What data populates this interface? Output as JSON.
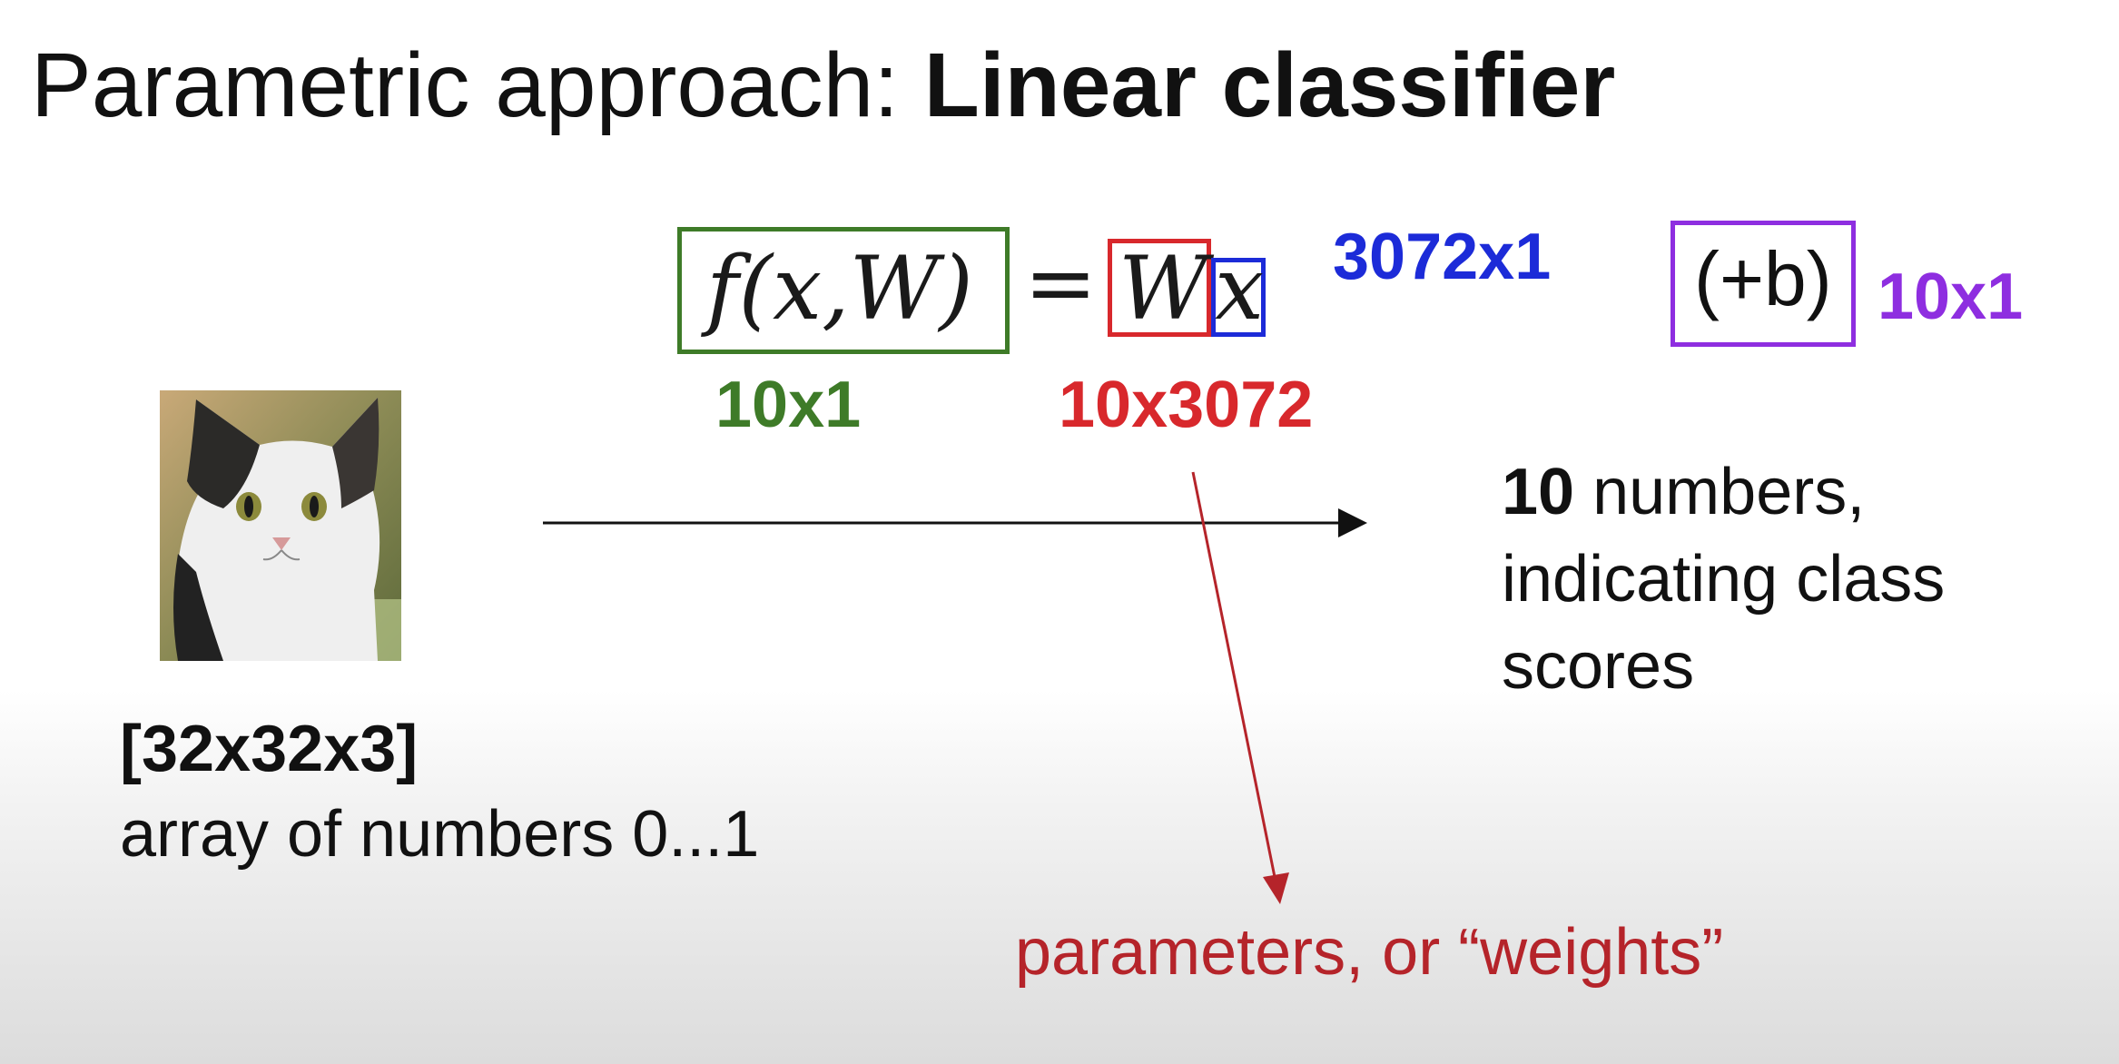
{
  "slide": {
    "title_regular": "Parametric approach: ",
    "title_bold": "Linear classifier"
  },
  "equation": {
    "lhs": "f(x,W)",
    "equals": "=",
    "weight_symbol": "W",
    "input_symbol": "x",
    "bias_term": "(+b)"
  },
  "dimensions": {
    "output": "10x1",
    "weights": "10x3072",
    "input": "3072x1",
    "bias": "10x1"
  },
  "input_image": {
    "dimension": "[32x32x3]",
    "description": "array of numbers 0...1"
  },
  "output_description": {
    "number": "10",
    "rest_line1": " numbers,",
    "line2": "indicating class",
    "line3": "scores"
  },
  "annotation": {
    "weights_label": "parameters, or “weights”"
  },
  "colors": {
    "output_green": "#3e7b28",
    "weights_red": "#d8282c",
    "input_blue": "#1c2bd8",
    "bias_purple": "#8e2ee0",
    "annotation_red": "#b5242a"
  }
}
